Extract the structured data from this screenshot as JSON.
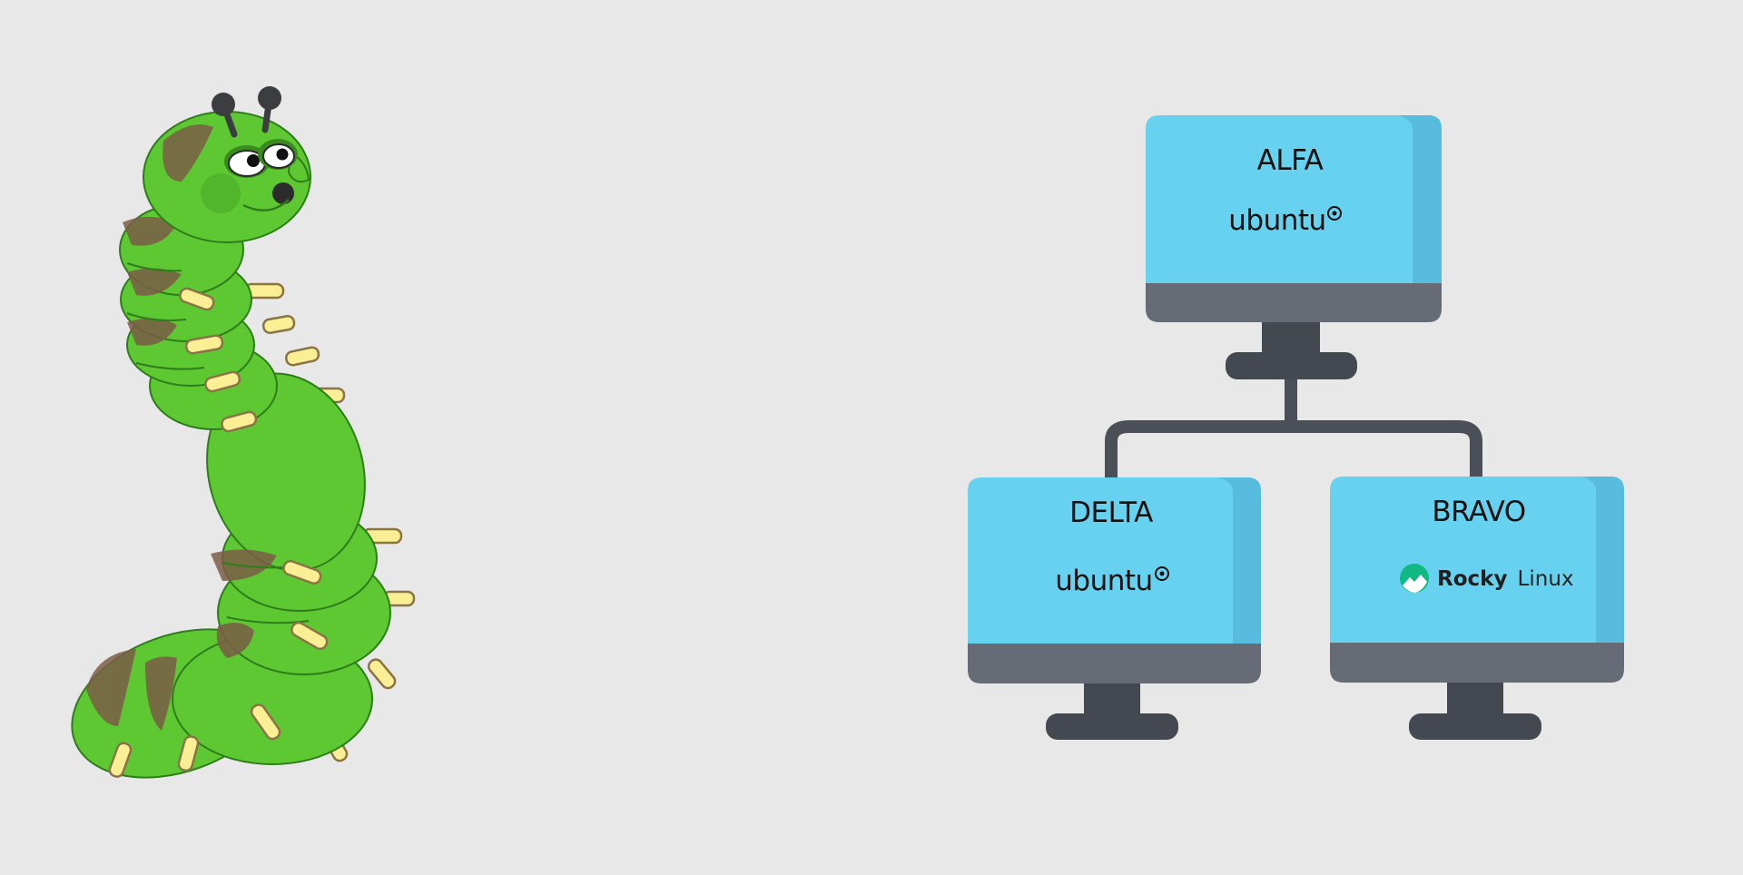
{
  "mascot": {
    "icon": "caterpillar-mascot-icon",
    "body_color": "#5ec832",
    "stripe_color": "#7b5d46",
    "leg_color": "#fbef95"
  },
  "diagram": {
    "hosts": [
      {
        "id": "alfa",
        "name": "ALFA",
        "os": "ubuntu",
        "os_icon": "ubuntu-logo-icon",
        "role": "root"
      },
      {
        "id": "delta",
        "name": "DELTA",
        "os": "ubuntu",
        "os_icon": "ubuntu-logo-icon",
        "role": "child-left"
      },
      {
        "id": "bravo",
        "name": "BRAVO",
        "os": "Rocky Linux",
        "os_brand": "Rocky",
        "os_suffix": "Linux",
        "os_icon": "rocky-linux-logo-icon",
        "role": "child-right"
      }
    ],
    "colors": {
      "screen": "#66d2f0",
      "screen_edge": "#57bcdd",
      "bezel": "#676b76",
      "stand": "#444951",
      "connector": "#4a4f58",
      "rocky_green": "#10b981"
    }
  }
}
